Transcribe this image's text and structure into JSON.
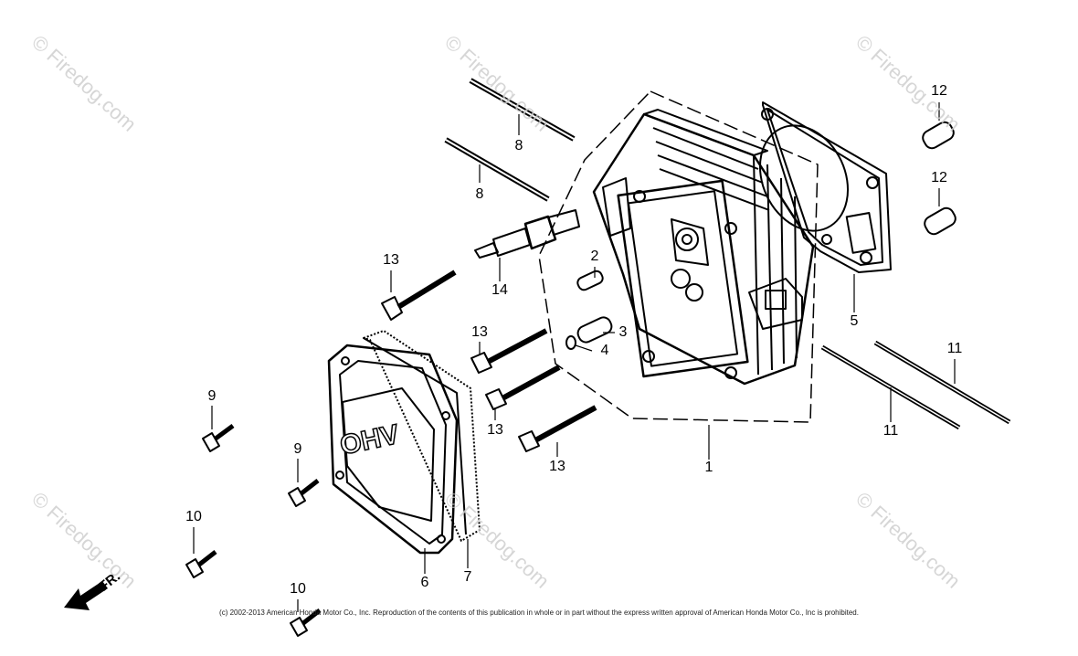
{
  "watermarks": [
    "© Firedog.com",
    "© Firedog.com",
    "© Firedog.com",
    "© Firedog.com",
    "© Firedog.com",
    "© Firedog.com"
  ],
  "direction_label": "FR.",
  "cover_text": "OHV",
  "callouts": [
    "12",
    "12",
    "8",
    "8",
    "2",
    "3",
    "4",
    "5",
    "13",
    "14",
    "13",
    "13",
    "13",
    "1",
    "11",
    "11",
    "9",
    "9",
    "10",
    "10",
    "6",
    "7"
  ],
  "copyright": "(c) 2002-2013 American Honda Motor Co., Inc. Reproduction of the contents of this publication in whole or in part without the express written approval of American Honda Motor Co., Inc is prohibited."
}
